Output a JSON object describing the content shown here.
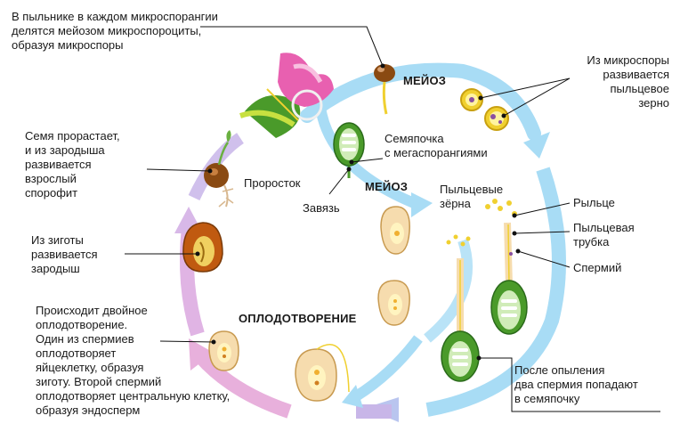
{
  "labels": {
    "microspore_division": "В пыльнике в каждом микроспорангии\nделятся мейозом микроспороциты,\nобразуя микроспоры",
    "pollen_from_microspore": "Из микроспоры\nразвивается\nпыльцевое\nзерно",
    "seed_germinates": "Семя прорастает,\nи из зародыша\nразвивается\nвзрослый\nспорофит",
    "sprout": "Проросток",
    "ovule": "Семяпочка\nс мегаспорангиями",
    "ovary": "Завязь",
    "pollen_grains": "Пыльцевые\nзёрна",
    "stigma": "Рыльце",
    "pollen_tube": "Пыльцевая\nтрубка",
    "sperm": "Спермий",
    "embryo_from_zygote": "Из зиготы\nразвивается\nзародыш",
    "double_fertilization": "Происходит двойное\nоплодотворение.\nОдин из спермиев\nоплодотворяет\nяйцеклетку, образуя\nзиготу. Второй спермий\nоплодотворяет центральную клетку,\nобразуя эндосперм",
    "after_pollination": "После опыления\nдва спермия попадают\nв семяпочку"
  },
  "stages": {
    "meiosis_top": "МЕЙОЗ",
    "meiosis_mid": "МЕЙОЗ",
    "fertilization": "ОПЛОДОТВОРЕНИЕ"
  },
  "colors": {
    "cycle_blue": "#8fd0f0",
    "cycle_pink": "#e8a8d8",
    "ovule_green": "#4a9a2a",
    "seed_brown": "#8a4a12",
    "pollen_yellow": "#f0d030",
    "flower_pink": "#e860b0"
  }
}
